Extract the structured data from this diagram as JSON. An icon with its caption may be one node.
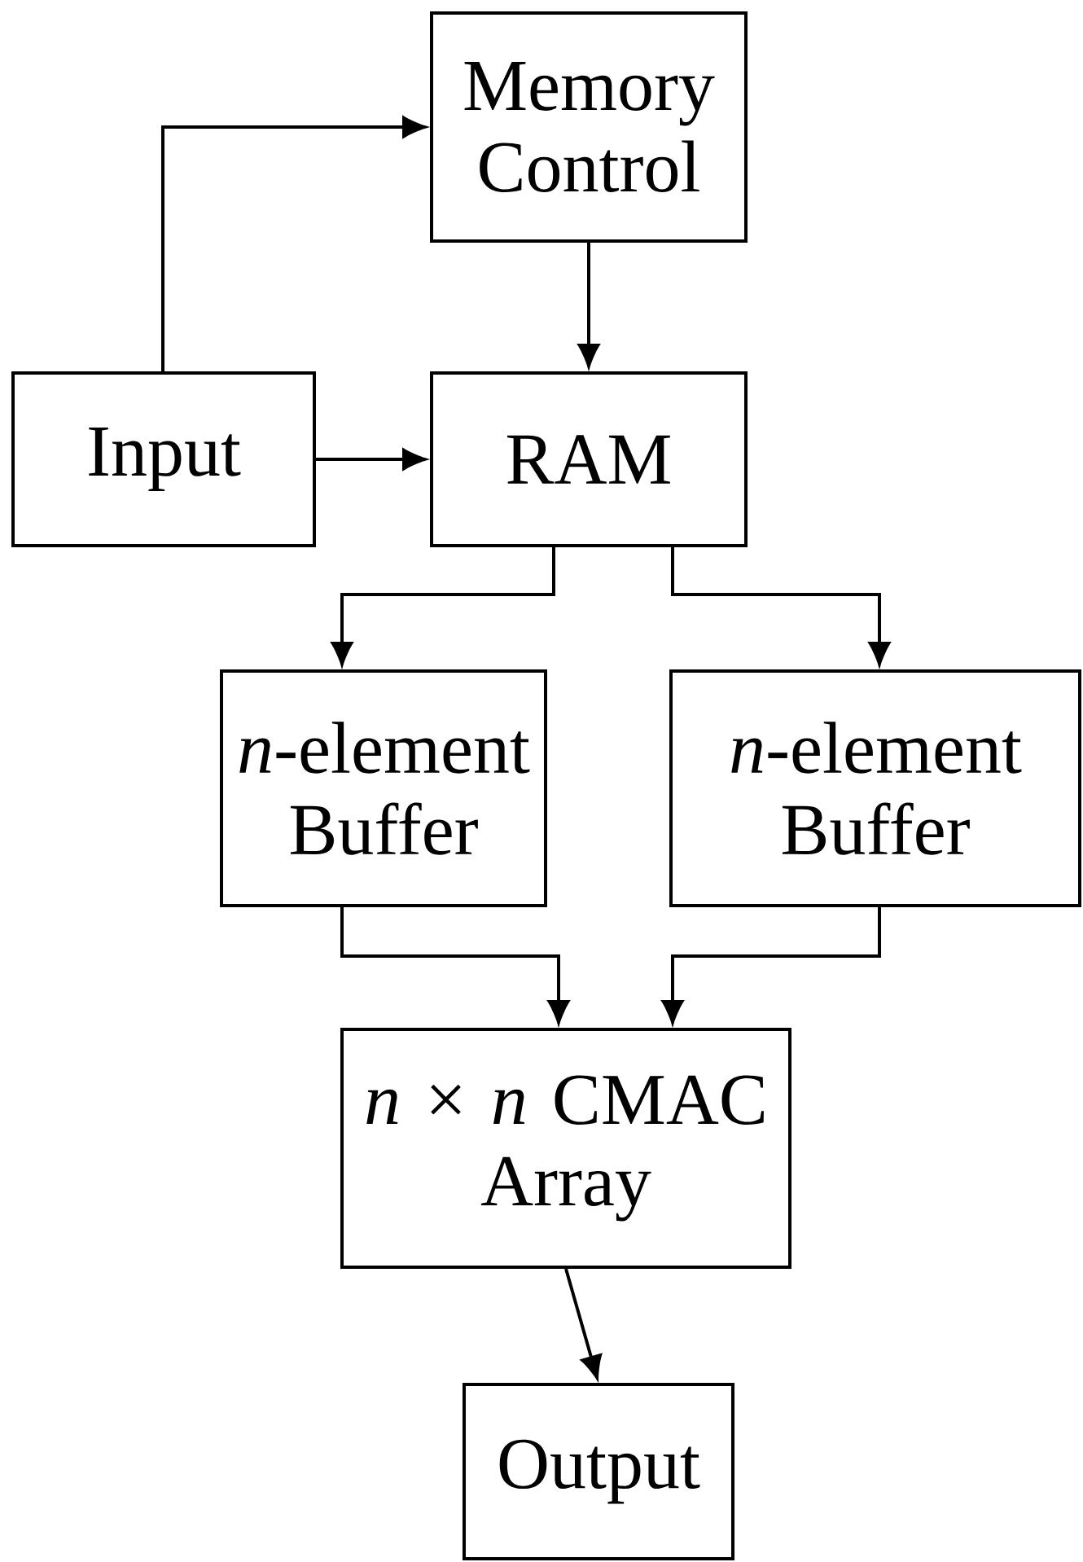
{
  "diagram": {
    "nodes": [
      {
        "text": [
          "Memory Control"
        ]
      },
      {
        "text": [
          "Input"
        ]
      },
      {
        "text": [
          "RAM"
        ]
      },
      {
        "text": [
          "*n*-element Buffer"
        ]
      },
      {
        "text": [
          "*n*-element Buffer"
        ]
      },
      {
        "text": [
          "*n* × *n* CMAC Array"
        ]
      },
      {
        "text": [
          "Output"
        ]
      }
    ],
    "edges": [
      {
        "from": 1,
        "to": 0,
        "arrow": "to"
      },
      {
        "from": 0,
        "to": 2,
        "arrow": "to"
      },
      {
        "from": 1,
        "to": 2,
        "arrow": "to"
      },
      {
        "from": 2,
        "to": 3,
        "arrow": "to"
      },
      {
        "from": 2,
        "to": 4,
        "arrow": "to"
      },
      {
        "from": 3,
        "to": 5,
        "arrow": "to"
      },
      {
        "from": 4,
        "to": 5,
        "arrow": "to"
      },
      {
        "from": 5,
        "to": 6,
        "arrow": "to"
      }
    ]
  }
}
